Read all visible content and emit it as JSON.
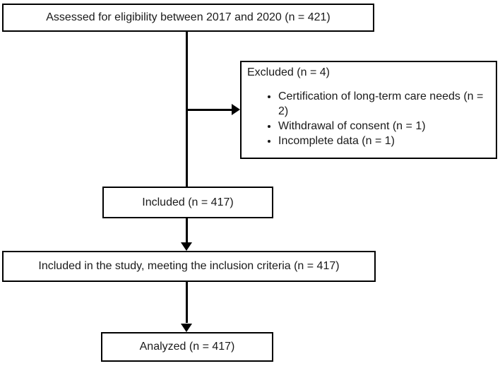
{
  "diagram": {
    "type": "flowchart",
    "colors": {
      "border": "#000000",
      "text": "#1a1a1a",
      "background": "#ffffff"
    },
    "boxes": {
      "assessed": {
        "label": "Assessed for eligibility between 2017 and 2020 (n = 421)"
      },
      "excluded": {
        "title": "Excluded (n = 4)",
        "bullets": [
          "Certification of long-term care needs (n = 2)",
          "Withdrawal of consent (n = 1)",
          "Incomplete data (n = 1)"
        ]
      },
      "included": {
        "label": "Included (n = 417)"
      },
      "inclusion": {
        "label": "Included in the study, meeting the inclusion criteria (n = 417)"
      },
      "analyzed": {
        "label": "Analyzed (n = 417)"
      }
    },
    "connections": [
      {
        "from": "assessed",
        "to": "included",
        "style": "plain-line"
      },
      {
        "from": "assessed-included-line",
        "to": "excluded",
        "style": "arrow-right"
      },
      {
        "from": "included",
        "to": "inclusion",
        "style": "arrow-down"
      },
      {
        "from": "inclusion",
        "to": "analyzed",
        "style": "arrow-down"
      }
    ]
  }
}
